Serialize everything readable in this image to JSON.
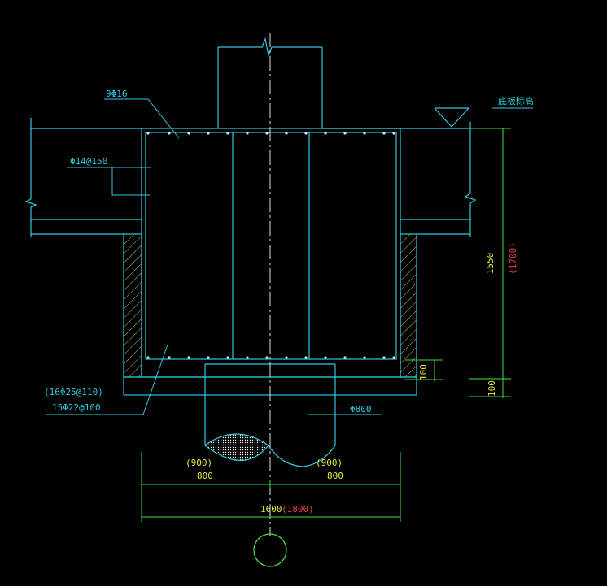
{
  "labels": {
    "top_rebar": "9Φ16",
    "stirrup": "Φ14@150",
    "bottom_rebar_alt": "(16Φ25@110)",
    "bottom_rebar": "15Φ22@100",
    "pile_dia": "Φ800",
    "elevation": "底板标高"
  },
  "dimensions": {
    "height_main": "1550",
    "height_alt": "(1700)",
    "cover_upper": "100",
    "cover_lower": "100",
    "left_half_alt": "(900)",
    "left_half": "800",
    "right_half_alt": "(900)",
    "right_half": "800",
    "total_width": "1600",
    "total_width_alt": "(1800)"
  },
  "colors": {
    "structure": "#30c8e0",
    "dimension": "#40e040",
    "text_yellow": "#e8e840",
    "text_red": "#e04040",
    "centerline": "#e0e0e0"
  }
}
